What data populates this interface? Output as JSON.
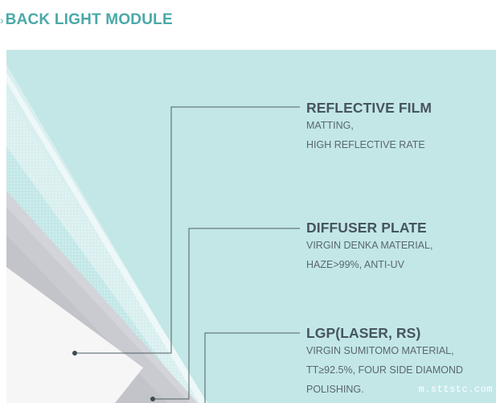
{
  "header": {
    "title": "BACK LIGHT MODULE"
  },
  "layers": [
    {
      "title": "REFLECTIVE FILM",
      "lines": [
        "MATTING,",
        "HIGH REFLECTIVE RATE"
      ]
    },
    {
      "title": "DIFFUSER PLATE",
      "lines": [
        "VIRGIN DENKA MATERIAL,",
        "HAZE>99%, ANTI-UV"
      ]
    },
    {
      "title": "LGP(LASER, RS)",
      "lines": [
        "VIRGIN SUMITOMO MATERIAL,",
        "TT≥92.5%, FOUR SIDE DIAMOND",
        "POLISHING."
      ]
    }
  ],
  "watermark": "m.sttstc.com",
  "colors": {
    "panel": "#c3e7e7",
    "accent": "#4aa9a8",
    "title": "#46555e",
    "line": "#4f5c63"
  }
}
